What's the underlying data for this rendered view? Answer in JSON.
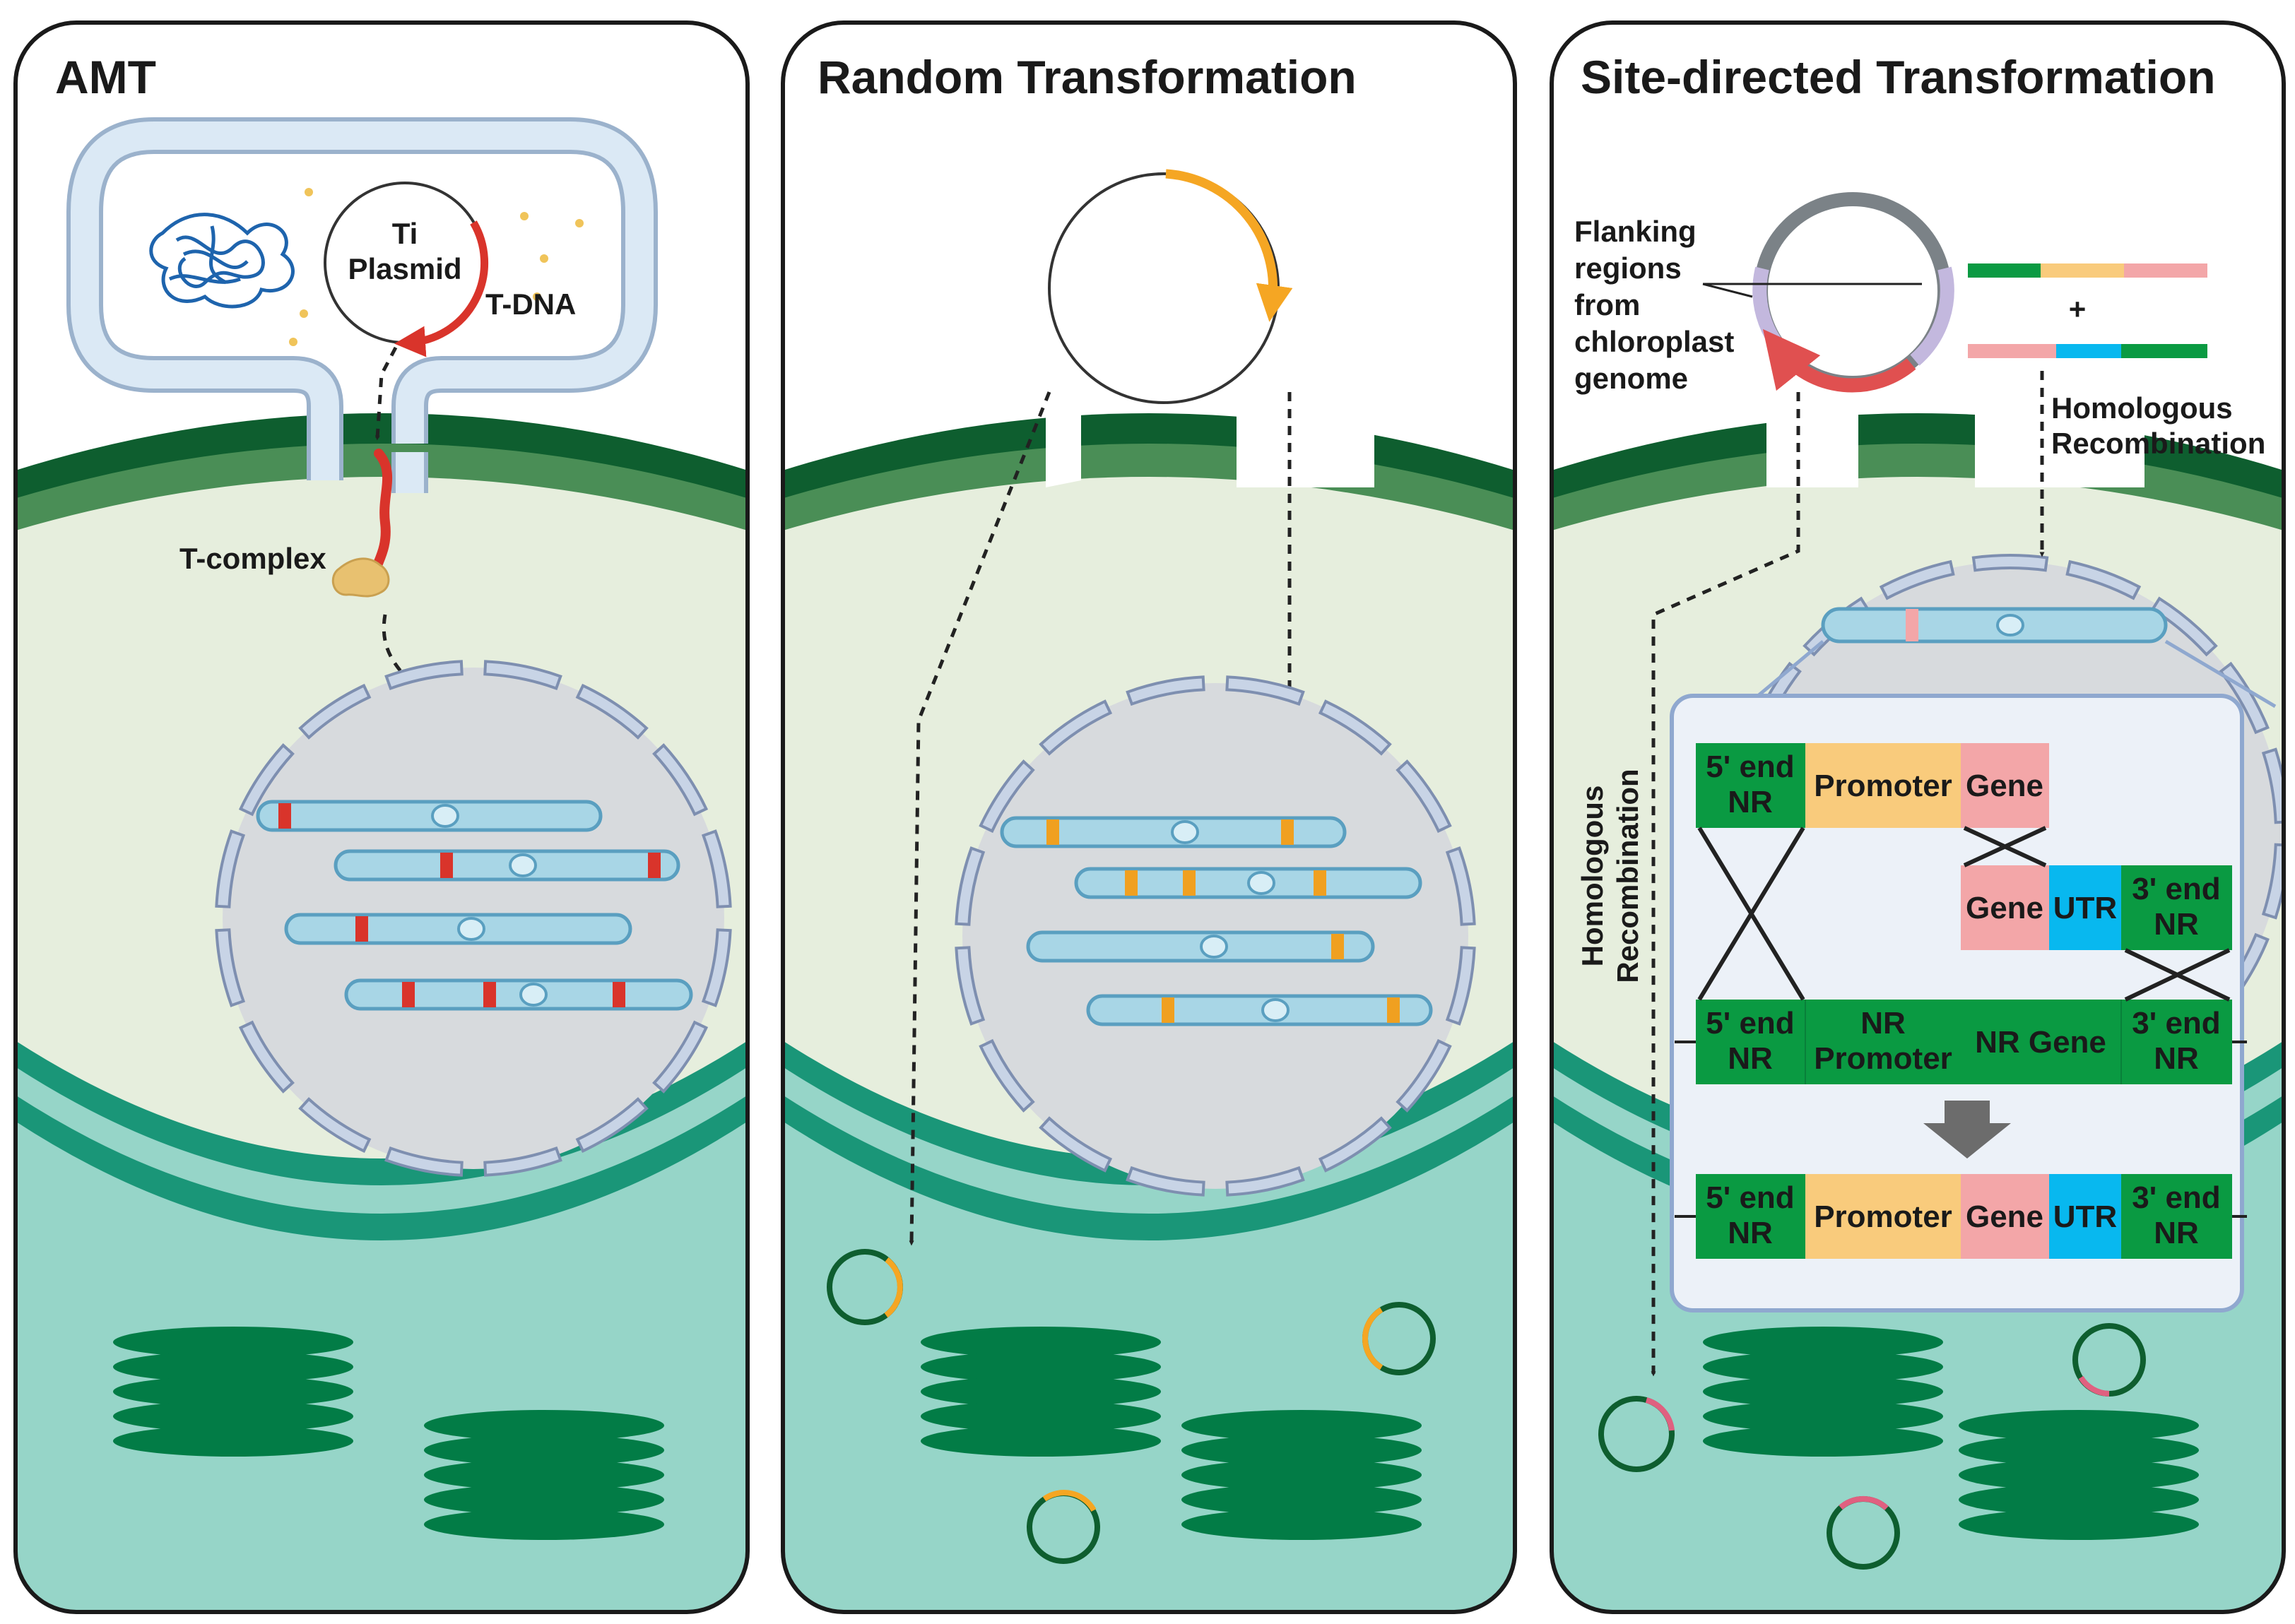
{
  "panels": [
    {
      "title": "AMT"
    },
    {
      "title": "Random Transformation"
    },
    {
      "title": "Site-directed Transformation"
    }
  ],
  "amt": {
    "ti_line1": "Ti",
    "ti_line2": "Plasmid",
    "tdna": "T-DNA",
    "tcomplex": "T-complex"
  },
  "site": {
    "flanking": [
      "Flanking",
      "regions",
      "from",
      "chloroplast",
      "genome"
    ],
    "plus": "+",
    "hr_top": [
      "Homologous",
      "Recombination"
    ],
    "hr_side": [
      "Homologous",
      "Recombination"
    ]
  },
  "blocks": {
    "five_end": [
      "5' end",
      "NR"
    ],
    "three_end": [
      "3' end",
      "NR"
    ],
    "promoter": "Promoter",
    "gene": "Gene",
    "utr": "UTR",
    "nr_promoter": [
      "NR",
      "Promoter"
    ],
    "nr_gene": "NR Gene"
  },
  "colors": {
    "nr_green": "#0a9a42",
    "promoter": "#f9cb7c",
    "gene": "#f3a6a8",
    "utr": "#08b8ef",
    "tdna_red": "#d9342b",
    "insert_orange": "#f0a020",
    "thylakoid": "#027c46"
  }
}
